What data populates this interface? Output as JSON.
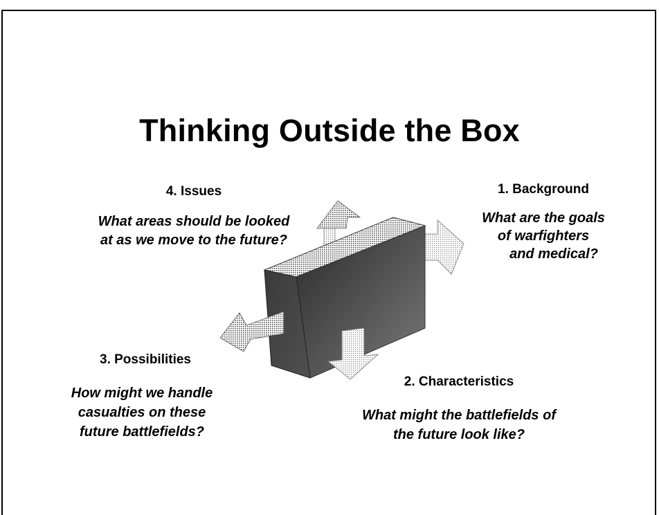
{
  "title": "Thinking Outside the Box",
  "quadrants": [
    {
      "heading": "1. Background",
      "question_lines": [
        "What are the goals",
        "of warfighters",
        "and medical?"
      ]
    },
    {
      "heading": "2. Characteristics",
      "question_lines": [
        "What might the battlefields of",
        "the future look like?"
      ]
    },
    {
      "heading": "3. Possibilities",
      "question_lines": [
        "How might we handle",
        "casualties on these",
        "future battlefields?"
      ]
    },
    {
      "heading": "4. Issues",
      "question_lines": [
        "What areas should be looked",
        "at as we move to the future?"
      ]
    }
  ]
}
